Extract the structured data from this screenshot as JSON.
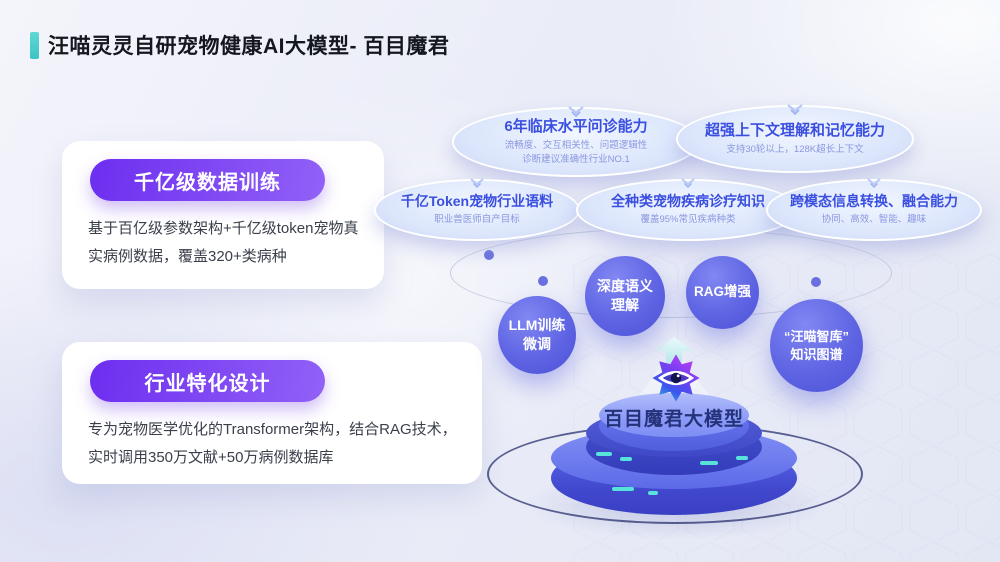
{
  "header": {
    "title": "汪喵灵灵自研宠物健康AI大模型- 百目魔君"
  },
  "cards": [
    {
      "header": "千亿级数据训练",
      "body": "基于百亿级参数架构+千亿级token宠物真实病例数据，覆盖320+类病种"
    },
    {
      "header": "行业特化设计",
      "body": "专为宠物医学优化的Transformer架构，结合RAG技术，实时调用350万文献+50万病例数据库"
    }
  ],
  "bubbles": [
    {
      "title": "6年临床水平问诊能力",
      "subs": [
        "流畅度、交互相关性、问题逻辑性",
        "诊断建议准确性行业NO.1"
      ]
    },
    {
      "title": "超强上下文理解和记忆能力",
      "subs": [
        "支持30轮以上，128K超长上下文"
      ]
    },
    {
      "title": "千亿Token宠物行业语料",
      "subs": [
        "职业兽医师自产目标"
      ]
    },
    {
      "title": "全种类宠物疾病诊疗知识",
      "subs": [
        "覆盖95%常见疾病种类"
      ]
    },
    {
      "title": "跨模态信息转换、融合能力",
      "subs": [
        "协同、高效、智能、趣味"
      ]
    }
  ],
  "nodes": [
    {
      "lines": [
        "LLM训练",
        "微调"
      ]
    },
    {
      "lines": [
        "深度语义",
        "理解"
      ]
    },
    {
      "lines": [
        "RAG增强"
      ]
    },
    {
      "lines": [
        "“汪喵智库”",
        "知识图谱"
      ]
    }
  ],
  "center": {
    "model_label": "百目魔君大模型"
  },
  "icons": {
    "sparkle": "double-chevron-sparkle",
    "up_arrow": "upward-arrow",
    "model_logo": "eight-point-star-eye"
  },
  "colors": {
    "accent_teal": "#4fd1cc",
    "pill_purple_start": "#6d2ef0",
    "pill_purple_end": "#9161f7",
    "bubble_title_blue": "#3a4fe0",
    "node_purple": "#6067e2",
    "podium_blue": "#4a57d6",
    "label_navy": "#233279",
    "dash_teal": "#57e3da"
  }
}
